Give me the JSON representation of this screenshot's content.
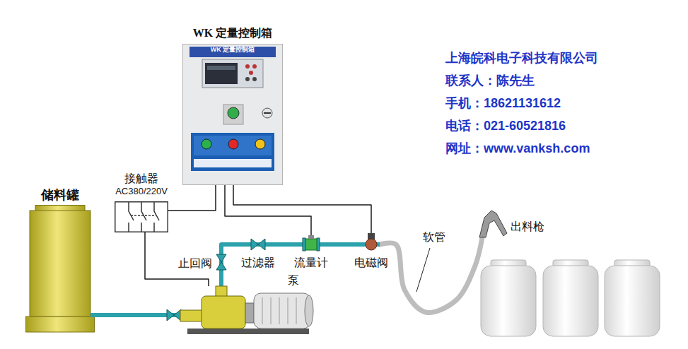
{
  "diagram": {
    "nodes": [
      {
        "text": [
          "WK 定量控制箱"
        ]
      },
      {
        "text": [
          "接触器",
          "AC380/220V"
        ]
      },
      {
        "text": [
          "储料罐"
        ]
      },
      {
        "text": [
          "止回阀"
        ]
      },
      {
        "text": [
          "泵"
        ]
      },
      {
        "text": [
          "过滤器"
        ]
      },
      {
        "text": [
          "流量计"
        ]
      },
      {
        "text": [
          "电磁阀"
        ]
      },
      {
        "text": [
          "出料枪"
        ]
      }
    ],
    "edges": [
      {
        "from": 0,
        "to": 1,
        "arrow": "none"
      },
      {
        "from": 0,
        "to": 6,
        "arrow": "none"
      },
      {
        "from": 0,
        "to": 7,
        "arrow": "none"
      },
      {
        "from": 1,
        "to": 4,
        "arrow": "none"
      },
      {
        "from": 2,
        "to": 4,
        "arrow": "none"
      },
      {
        "from": 4,
        "to": 3,
        "arrow": "none"
      },
      {
        "from": 3,
        "to": 5,
        "arrow": "none"
      },
      {
        "from": 5,
        "to": 6,
        "arrow": "none"
      },
      {
        "from": 6,
        "to": 7,
        "arrow": "none"
      },
      {
        "from": 7,
        "to": 8,
        "label": "软管",
        "arrow": "none"
      }
    ],
    "labels": [
      "WK 定量控制箱",
      "上海皖科电子科技有限公司",
      "联系人：陈先生",
      "手机：18621131612",
      "电话：021-60521816",
      "网址：www.vanksh.com"
    ]
  }
}
